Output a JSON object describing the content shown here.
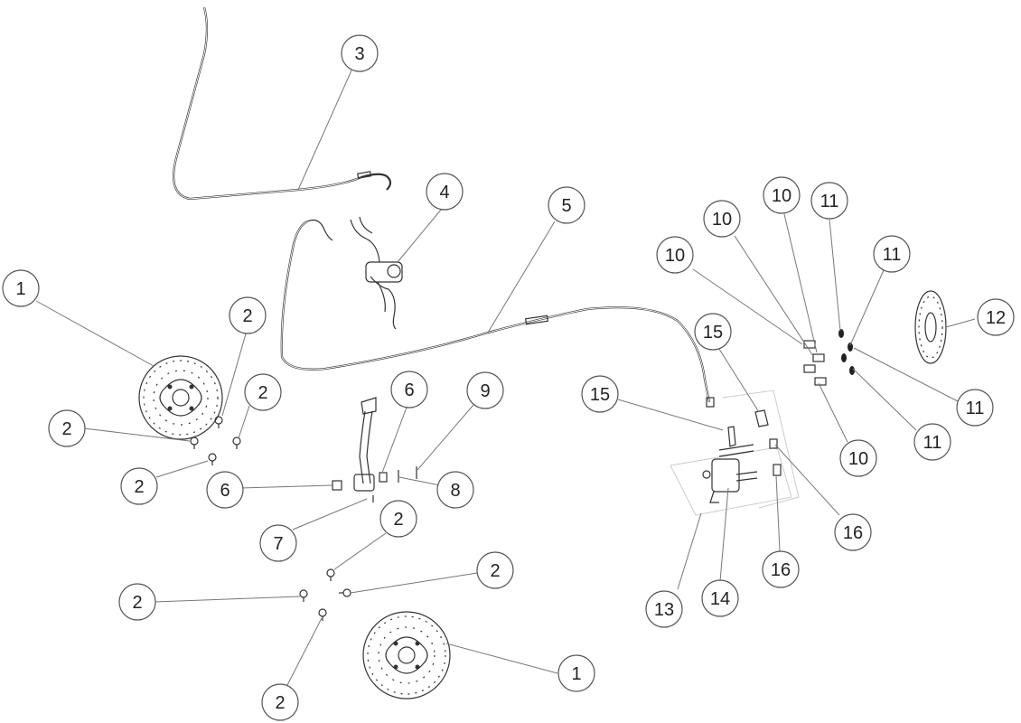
{
  "diagram": {
    "callouts": [
      {
        "id": "c1a",
        "label": "1"
      },
      {
        "id": "c1b",
        "label": "1"
      },
      {
        "id": "c2a",
        "label": "2"
      },
      {
        "id": "c2b",
        "label": "2"
      },
      {
        "id": "c2c",
        "label": "2"
      },
      {
        "id": "c2d",
        "label": "2"
      },
      {
        "id": "c2e",
        "label": "2"
      },
      {
        "id": "c2f",
        "label": "2"
      },
      {
        "id": "c2g",
        "label": "2"
      },
      {
        "id": "c2h",
        "label": "2"
      },
      {
        "id": "c3",
        "label": "3"
      },
      {
        "id": "c4",
        "label": "4"
      },
      {
        "id": "c5",
        "label": "5"
      },
      {
        "id": "c6a",
        "label": "6"
      },
      {
        "id": "c6b",
        "label": "6"
      },
      {
        "id": "c7",
        "label": "7"
      },
      {
        "id": "c8",
        "label": "8"
      },
      {
        "id": "c9",
        "label": "9"
      },
      {
        "id": "c10a",
        "label": "10"
      },
      {
        "id": "c10b",
        "label": "10"
      },
      {
        "id": "c10c",
        "label": "10"
      },
      {
        "id": "c10d",
        "label": "10"
      },
      {
        "id": "c11a",
        "label": "11"
      },
      {
        "id": "c11b",
        "label": "11"
      },
      {
        "id": "c11c",
        "label": "11"
      },
      {
        "id": "c11d",
        "label": "11"
      },
      {
        "id": "c12",
        "label": "12"
      },
      {
        "id": "c13",
        "label": "13"
      },
      {
        "id": "c14",
        "label": "14"
      },
      {
        "id": "c15a",
        "label": "15"
      },
      {
        "id": "c15b",
        "label": "15"
      },
      {
        "id": "c16a",
        "label": "16"
      },
      {
        "id": "c16b",
        "label": "16"
      }
    ]
  }
}
